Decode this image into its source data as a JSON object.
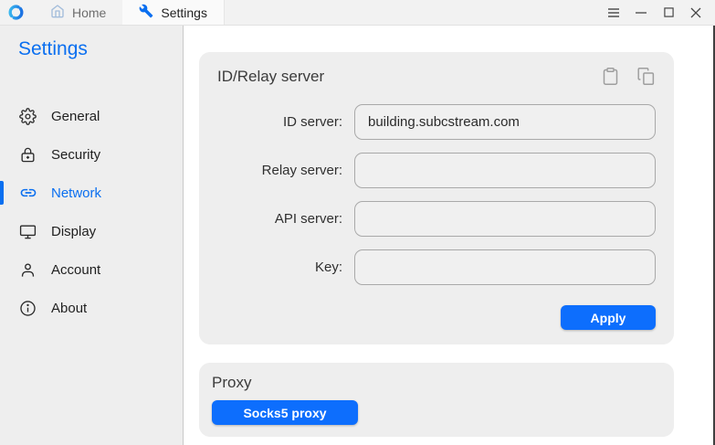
{
  "titlebar": {
    "tabs": [
      {
        "label": "Home",
        "icon": "home-icon",
        "active": false
      },
      {
        "label": "Settings",
        "icon": "wrench-icon",
        "active": true
      }
    ],
    "window_controls": [
      "menu",
      "minimize",
      "maximize",
      "close"
    ]
  },
  "sidebar": {
    "title": "Settings",
    "items": [
      {
        "label": "General",
        "icon": "gear-icon",
        "active": false
      },
      {
        "label": "Security",
        "icon": "lock-icon",
        "active": false
      },
      {
        "label": "Network",
        "icon": "link-icon",
        "active": true
      },
      {
        "label": "Display",
        "icon": "monitor-icon",
        "active": false
      },
      {
        "label": "Account",
        "icon": "person-icon",
        "active": false
      },
      {
        "label": "About",
        "icon": "info-icon",
        "active": false
      }
    ]
  },
  "main": {
    "id_relay_card": {
      "title": "ID/Relay server",
      "header_icons": [
        "paste-icon",
        "copy-icon"
      ],
      "fields": [
        {
          "label": "ID server:",
          "value": "building.subcstream.com"
        },
        {
          "label": "Relay server:",
          "value": ""
        },
        {
          "label": "API server:",
          "value": ""
        },
        {
          "label": "Key:",
          "value": ""
        }
      ],
      "apply_label": "Apply"
    },
    "proxy_card": {
      "title": "Proxy",
      "socks5_label": "Socks5 proxy"
    }
  },
  "colors": {
    "accent": "#0a6ff0",
    "button_blue": "#0d6efd",
    "card_bg": "#eeeeee",
    "sidebar_bg": "#eeeeee",
    "titlebar_bg": "#f2f2f2",
    "input_border": "#a9a9a9"
  }
}
